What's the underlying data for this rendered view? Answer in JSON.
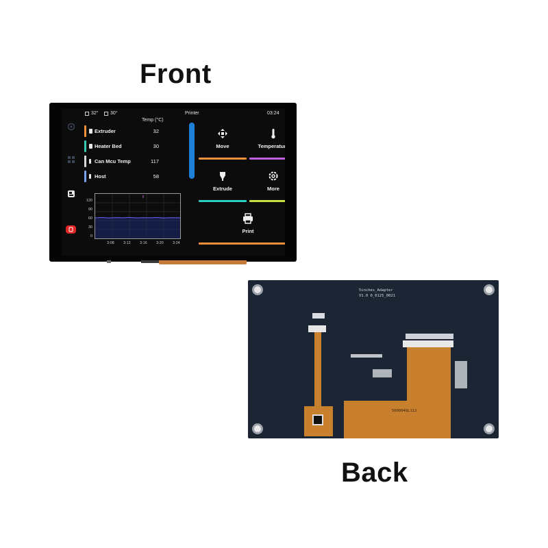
{
  "headings": {
    "front": "Front",
    "back": "Back"
  },
  "status_bar": {
    "temp_a": "32°",
    "temp_b": "30°",
    "title": "Printer",
    "time": "03:24"
  },
  "temp_table": {
    "header": "Temp (°C)",
    "rows": [
      {
        "label": "Extruder",
        "value": "32",
        "color": "#f0903a"
      },
      {
        "label": "Heater Bed",
        "value": "30",
        "color": "#36c9b0"
      },
      {
        "label": "Can Mcu Temp",
        "value": "117",
        "color": "#d8d8d8"
      },
      {
        "label": "Host",
        "value": "58",
        "color": "#7aa0f0"
      }
    ]
  },
  "graph": {
    "y_ticks": [
      "120",
      "90",
      "60",
      "30",
      "0"
    ],
    "x_ticks": [
      "3:08",
      "3:12",
      "3:16",
      "3:20",
      "3:24"
    ],
    "line_color": "#6a5cf0"
  },
  "tiles": [
    {
      "label": "Move",
      "icon": "move-icon",
      "color": "#f0903a"
    },
    {
      "label": "Temperature",
      "icon": "thermometer-icon",
      "color": "#c060e0"
    },
    {
      "label": "Extrude",
      "icon": "extrude-icon",
      "color": "#2ad0c0"
    },
    {
      "label": "More",
      "icon": "gear-icon",
      "color": "#c8e040"
    },
    {
      "label": "Print",
      "icon": "printer-icon",
      "color": "#f0903a"
    }
  ],
  "back_board": {
    "silk_name": "5inches_Adapter",
    "silk_version": "V1.0  0_0125_0021",
    "fpc_code": "500004QL112"
  }
}
